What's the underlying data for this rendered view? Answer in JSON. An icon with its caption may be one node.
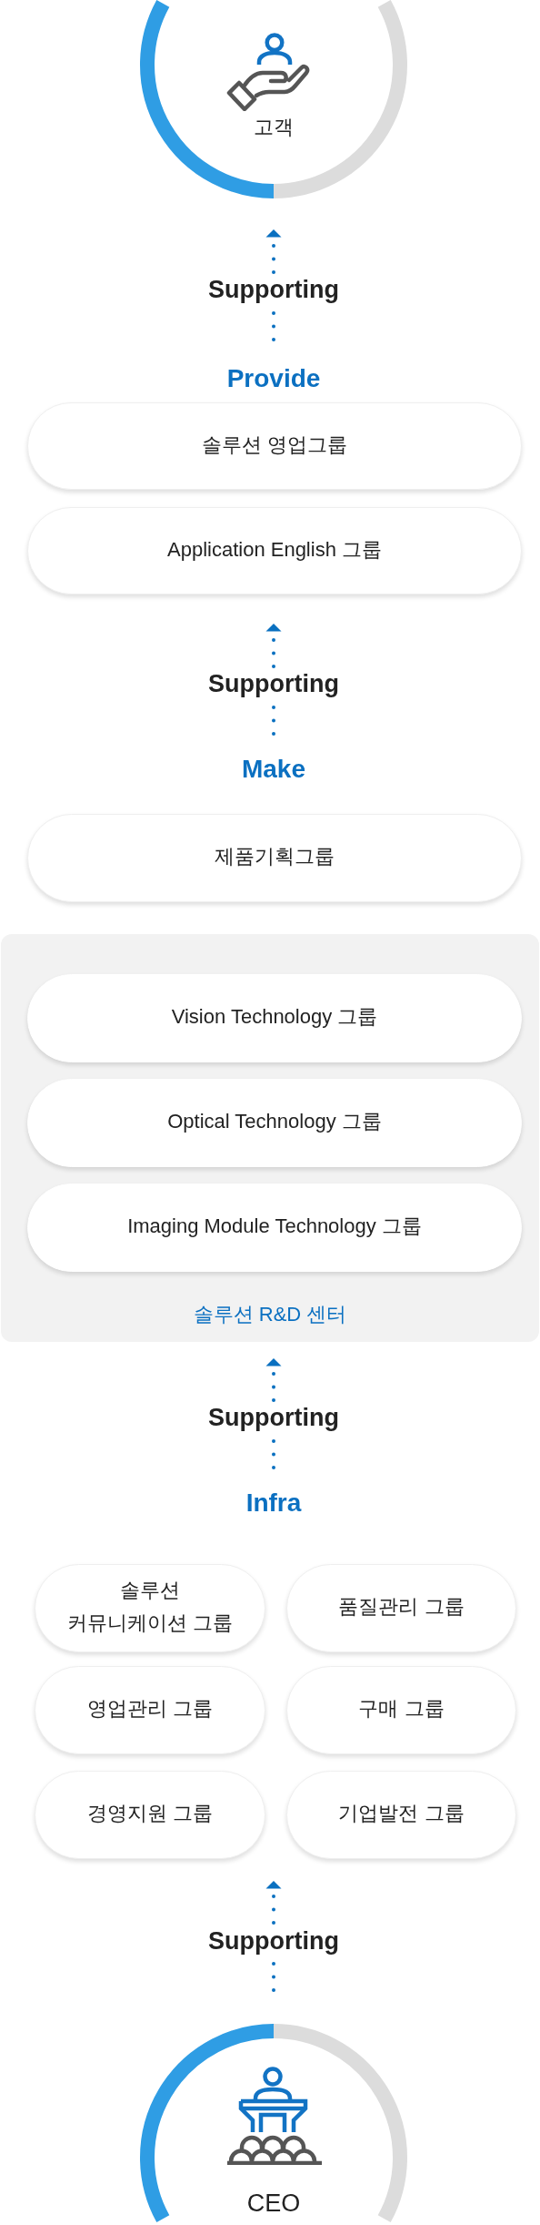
{
  "diagram": {
    "nodes": [
      {
        "text": [
          "고객"
        ]
      },
      {
        "text": [
          "Provide"
        ]
      },
      {
        "text": [
          "솔루션 영업그룹"
        ]
      },
      {
        "text": [
          "Application English 그룹"
        ]
      },
      {
        "text": [
          "Make"
        ]
      },
      {
        "text": [
          "제품기획그룹"
        ]
      },
      {
        "text": [
          "솔루션 R&D 센터"
        ]
      },
      {
        "text": [
          "Vision Technology 그룹"
        ],
        "in": 6
      },
      {
        "text": [
          "Optical Technology 그룹"
        ],
        "in": 6
      },
      {
        "text": [
          "Imaging Module Technology 그룹"
        ],
        "in": 6
      },
      {
        "text": [
          "Infra"
        ]
      },
      {
        "text": [
          "솔루션 커뮤니케이션 그룹"
        ]
      },
      {
        "text": [
          "품질관리 그룹"
        ]
      },
      {
        "text": [
          "영업관리 그룹"
        ]
      },
      {
        "text": [
          "구매 그룹"
        ]
      },
      {
        "text": [
          "경영지원 그룹"
        ]
      },
      {
        "text": [
          "기업발전 그룹"
        ]
      },
      {
        "text": [
          "CEO"
        ]
      }
    ],
    "edges": [
      {
        "from": 1,
        "to": 0,
        "arrow": "to",
        "label": "Supporting",
        "style": "dashed"
      },
      {
        "from": 4,
        "to": 3,
        "arrow": "to",
        "label": "Supporting",
        "style": "dashed"
      },
      {
        "from": 10,
        "to": 6,
        "arrow": "to",
        "label": "Supporting",
        "style": "dashed"
      },
      {
        "from": 17,
        "to": 16,
        "arrow": "to",
        "label": "Supporting",
        "style": "dashed"
      }
    ]
  }
}
